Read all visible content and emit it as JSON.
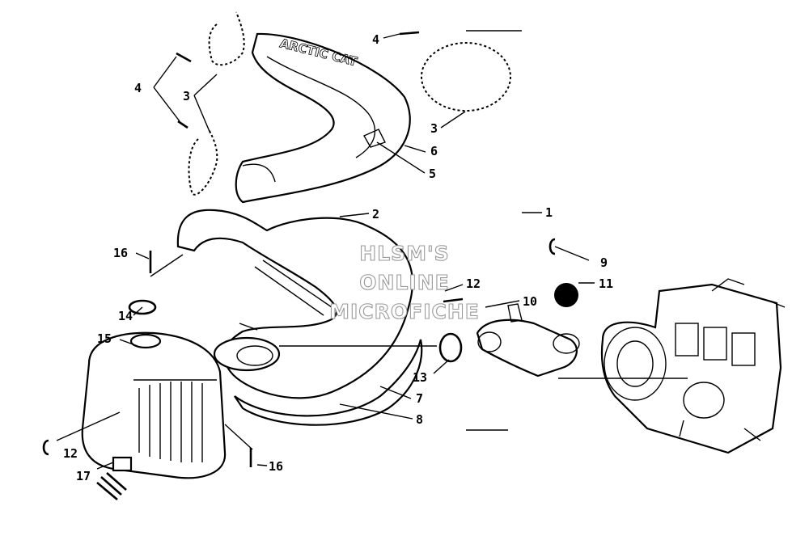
{
  "diagram": {
    "part_numbers": {
      "p1": "1",
      "p2": "2",
      "p3_upper_left": "3",
      "p3_right": "3",
      "p4_left": "4",
      "p4_top": "4",
      "p5": "5",
      "p6": "6",
      "p7": "7",
      "p8": "8",
      "p9": "9",
      "p10": "10",
      "p11": "11",
      "p12_top": "12",
      "p12_bottom": "12",
      "p13": "13",
      "p14": "14",
      "p15": "15",
      "p16_left": "16",
      "p16_bottom": "16",
      "p17": "17"
    },
    "watermark": [
      "HLSM'S",
      "ONLINE",
      "MICROFICHE"
    ],
    "colors": {
      "line": "#000000",
      "background": "#ffffff",
      "watermark_outline": "#9a9a9a"
    }
  }
}
